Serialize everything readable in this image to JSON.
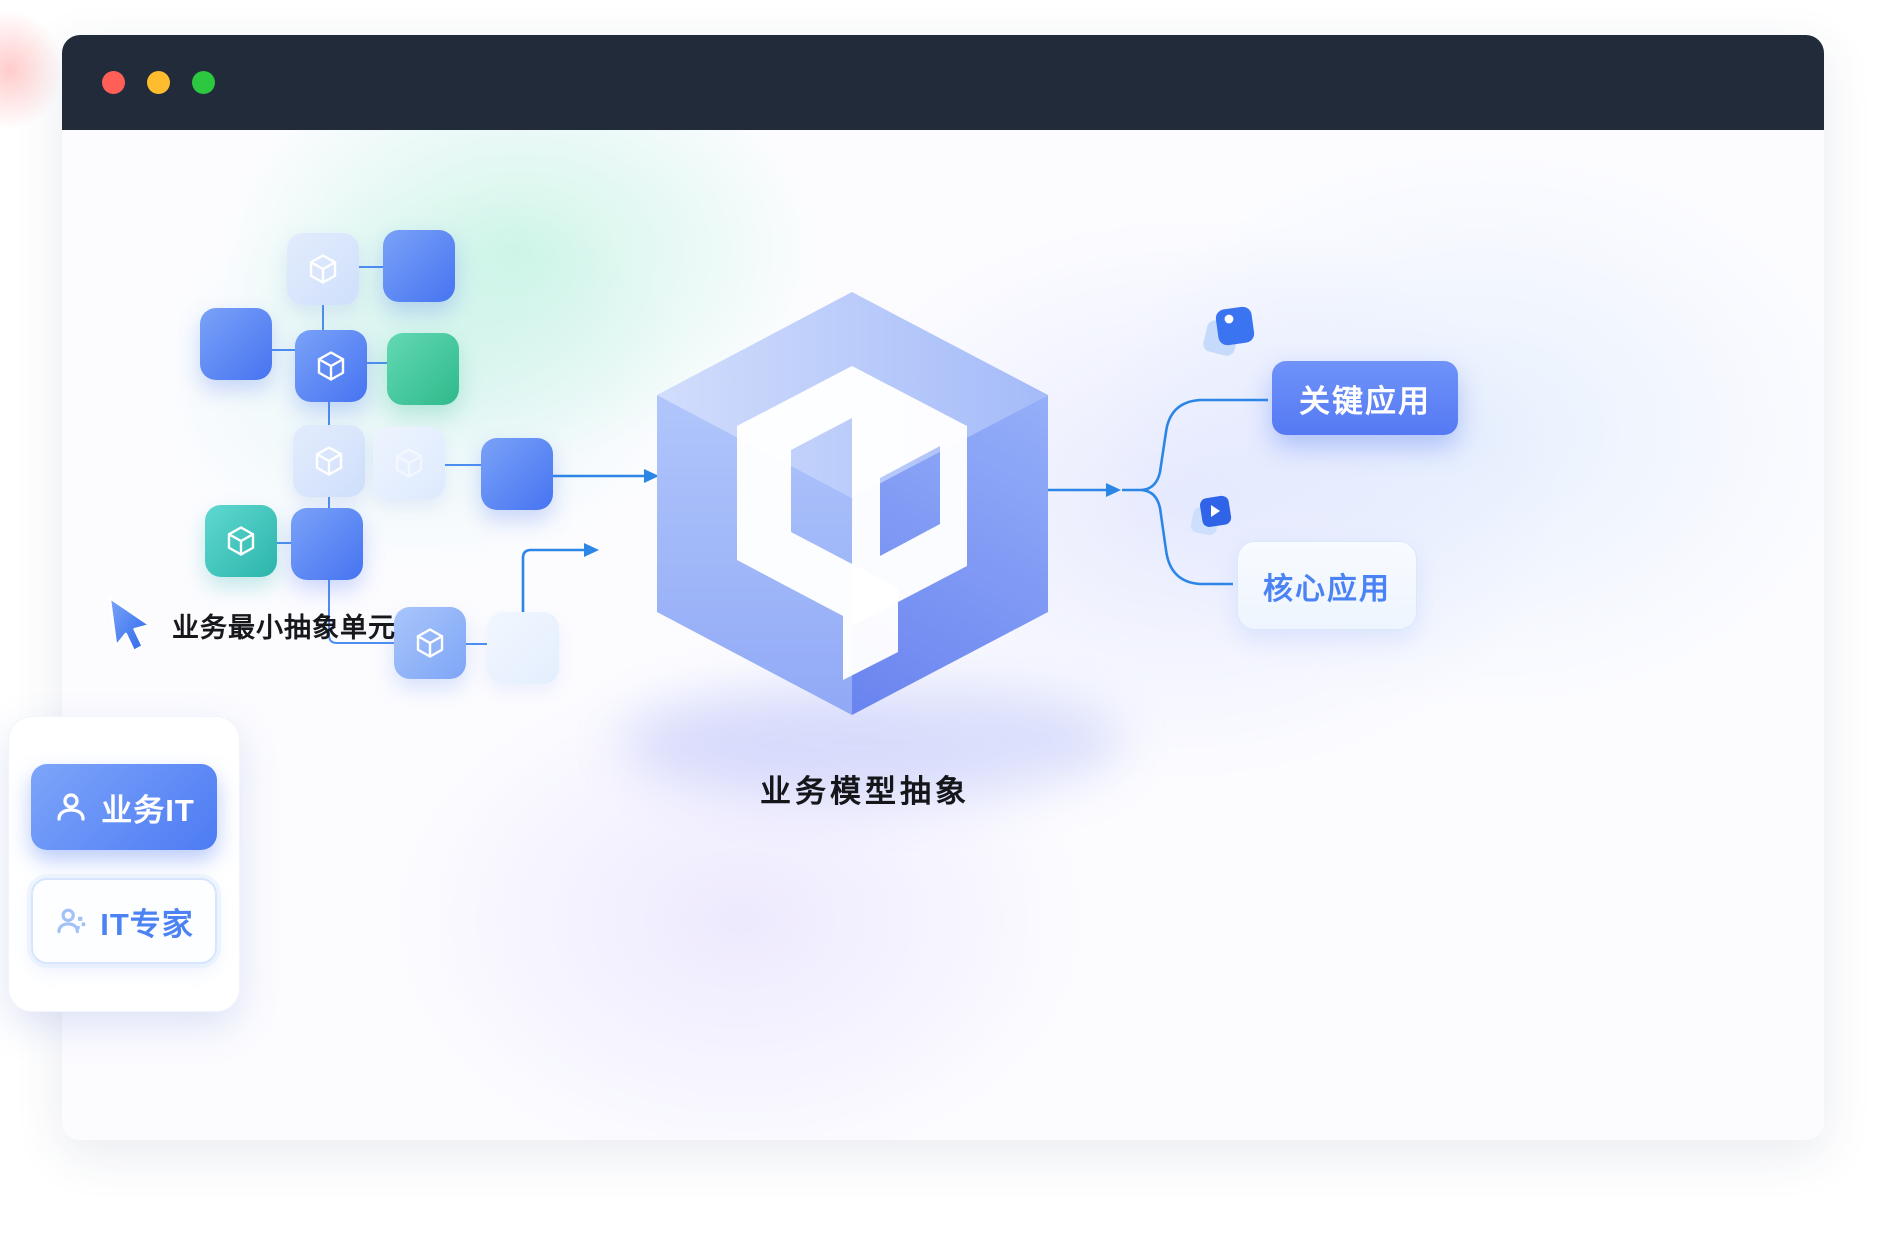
{
  "window": {
    "header_color": "#222b3a",
    "traffic_lights": {
      "close": "#ff5f57",
      "minimize": "#febc2e",
      "zoom": "#2bc840"
    }
  },
  "diagram": {
    "unit_label": "业务最小抽象单元",
    "cube_caption": "业务模型抽象",
    "outputs": [
      {
        "id": "key-app",
        "label": "关键应用"
      },
      {
        "id": "core-app",
        "label": "核心应用"
      }
    ],
    "roles": [
      {
        "id": "business-it",
        "label": "业务IT"
      },
      {
        "id": "it-expert",
        "label": "IT专家"
      }
    ],
    "colors": {
      "node_blue": "#5585f5",
      "node_teal": "#3cc6bb",
      "node_green": "#43c79e",
      "connector_blue": "#4b8ef0",
      "arrow_blue": "#2b86e6",
      "cube_light": "#aec5fb",
      "cube_dark": "#6d87f0",
      "pill_blue": "#6187f7",
      "pill_text_blue": "#4b83f5",
      "caption_dark": "#17181c"
    },
    "icons": {
      "cube": "cube-icon",
      "cursor": "cursor-arrow-icon",
      "tag": "tag-icon",
      "media_tag": "media-tag-icon",
      "person": "person-icon",
      "expert": "expert-person-icon"
    }
  }
}
